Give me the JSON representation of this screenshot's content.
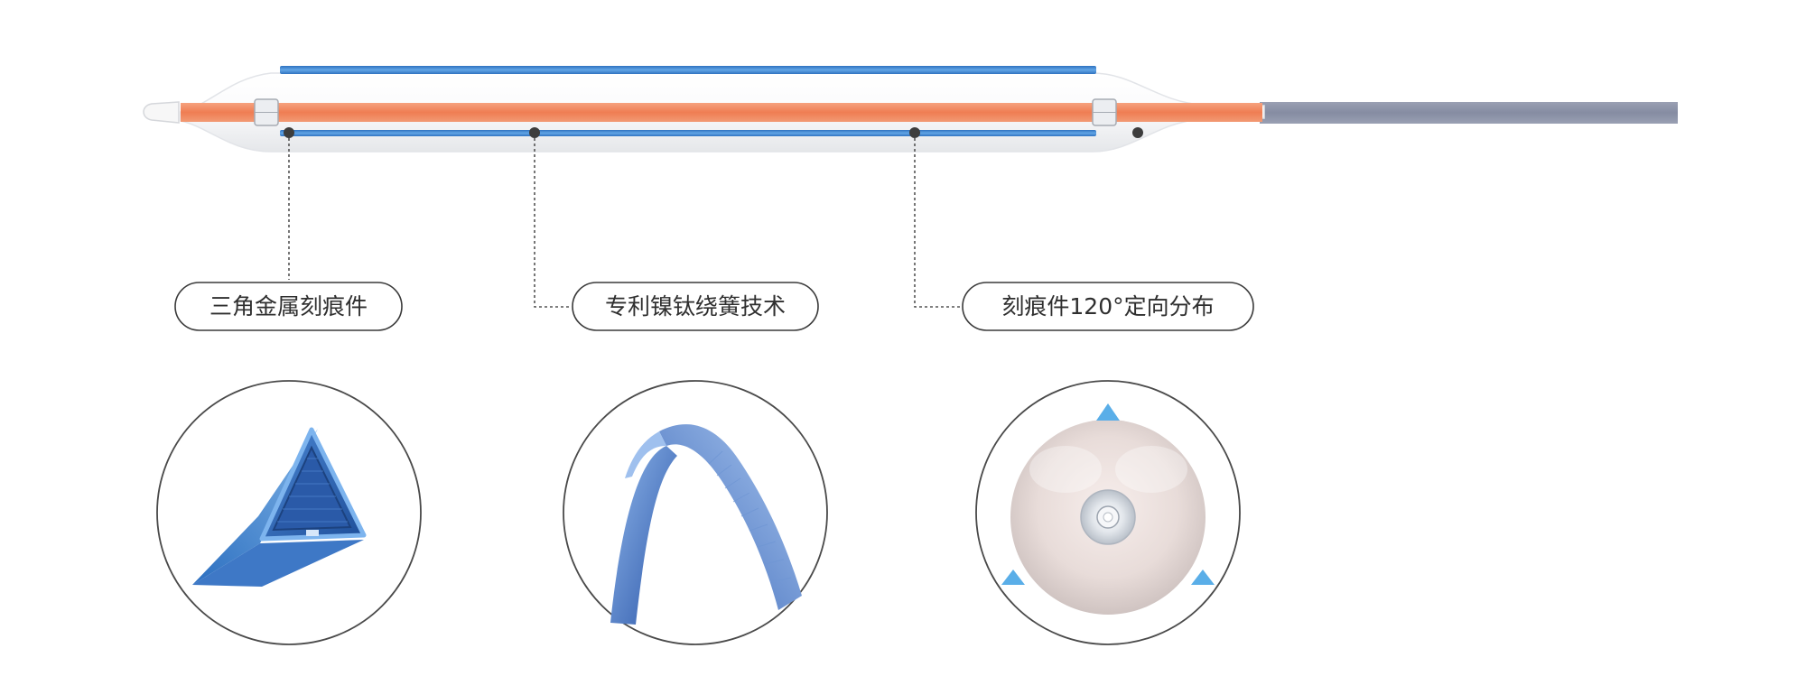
{
  "labels": [
    {
      "id": "triangle-metal-scoring",
      "text": "三角金属刻痕件"
    },
    {
      "id": "nitinol-spring",
      "text": "专利镍钛绕簧技术"
    },
    {
      "id": "scoring-120",
      "text": "刻痕件120°定向分布"
    }
  ],
  "colors": {
    "catheter_inner": "#f0855c",
    "catheter_shaft": "#8c93a8",
    "scoring_wire": "#3f86d2",
    "balloon": "#f4f5f7",
    "callout_line": "#555555",
    "text": "#2f2f2f",
    "triangle_marker": "#5aaee8"
  },
  "icons": {
    "detail_1": "triangle-prism-icon",
    "detail_2": "coil-strip-icon",
    "detail_3": "balloon-cross-section-icon"
  }
}
